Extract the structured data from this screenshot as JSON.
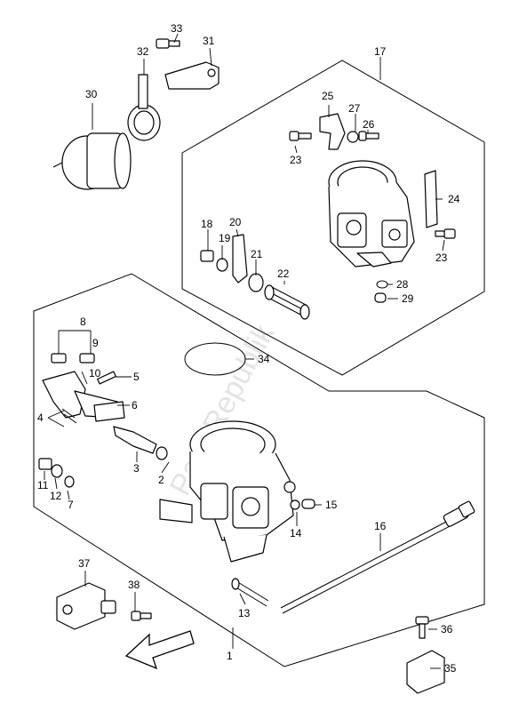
{
  "callouts": {
    "c1": "1",
    "c2": "2",
    "c3": "3",
    "c4": "4",
    "c5": "5",
    "c6": "6",
    "c7": "7",
    "c8": "8",
    "c9": "9",
    "c10": "10",
    "c11": "11",
    "c12": "12",
    "c13": "13",
    "c14": "14",
    "c15": "15",
    "c16": "16",
    "c17": "17",
    "c18": "18",
    "c19": "19",
    "c20": "20",
    "c21": "21",
    "c22": "22",
    "c23a": "23",
    "c23b": "23",
    "c24": "24",
    "c25": "25",
    "c26": "26",
    "c27": "27",
    "c28": "28",
    "c29": "29",
    "c30": "30",
    "c31": "31",
    "c32": "32",
    "c33": "33",
    "c34": "34",
    "c35": "35",
    "c36": "36",
    "c37": "37",
    "c38": "38"
  },
  "watermark": "PartsRepublik",
  "direction_arrow_icon": "front-direction-arrow"
}
